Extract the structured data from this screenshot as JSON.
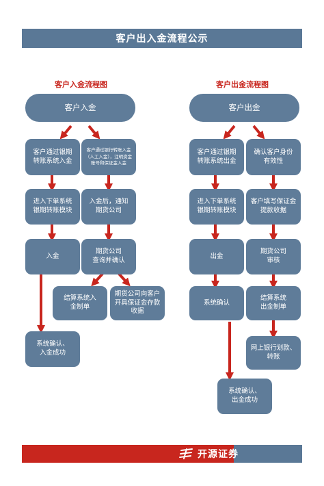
{
  "header": {
    "title": "客户出入金流程公示"
  },
  "left": {
    "title": "客户入金流程图",
    "start": "客户入金",
    "bank_transfer": "客户通过银期\n转账系统入金",
    "manual_transfer": "客户通过银行转账入金\n（人工入金），注明资金\n账号和保证金入金",
    "enter_module": "进入下单系统\n银期转账模块",
    "notify": "入金后，通知\n期货公司",
    "deposit": "入金",
    "query_confirm": "期货公司\n查询并确认",
    "settlement": "结算系统入\n金制单",
    "receipt": "期货公司向客户\n开具保证金存款\n收据",
    "done": "系统确认、\n入金成功"
  },
  "right": {
    "title": "客户出金流程图",
    "start": "客户出金",
    "bank_transfer": "客户通过银期\n转账系统出金",
    "confirm_identity": "确认客户身份\n有效性",
    "enter_module": "进入下单系统\n银期转账模块",
    "fill_form": "客户填写保证金\n提款收据",
    "withdraw": "出金",
    "review": "期货公司\n审核",
    "system_confirm": "系统确认",
    "settlement": "结算系统\n出金制单",
    "online_bank": "网上银行划款、\n转账",
    "done": "系统确认、\n出金成功"
  },
  "footer": {
    "logo_text": "开源证券"
  },
  "colors": {
    "node": "#5f7c99",
    "accent": "#c8261e",
    "bar": "#5a7896"
  }
}
